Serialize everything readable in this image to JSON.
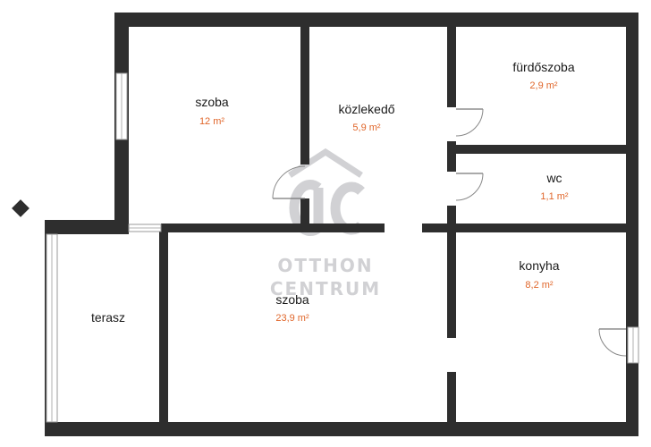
{
  "rooms": [
    {
      "name": "szoba",
      "area": "12 m²"
    },
    {
      "name": "közlekedő",
      "area": "5,9 m²"
    },
    {
      "name": "fürdőszoba",
      "area": "2,9 m²"
    },
    {
      "name": "wc",
      "area": "1,1 m²"
    },
    {
      "name": "konyha",
      "area": "8,2 m²"
    },
    {
      "name": "szoba",
      "area": "23,9 m²"
    },
    {
      "name": "terasz",
      "area": ""
    }
  ],
  "watermark": {
    "line1": "OTTHON",
    "line2": "CENTRUM"
  },
  "colors": {
    "wall": "#2e2e2e",
    "area_text": "#e0662a",
    "watermark": "#c9cacd"
  }
}
